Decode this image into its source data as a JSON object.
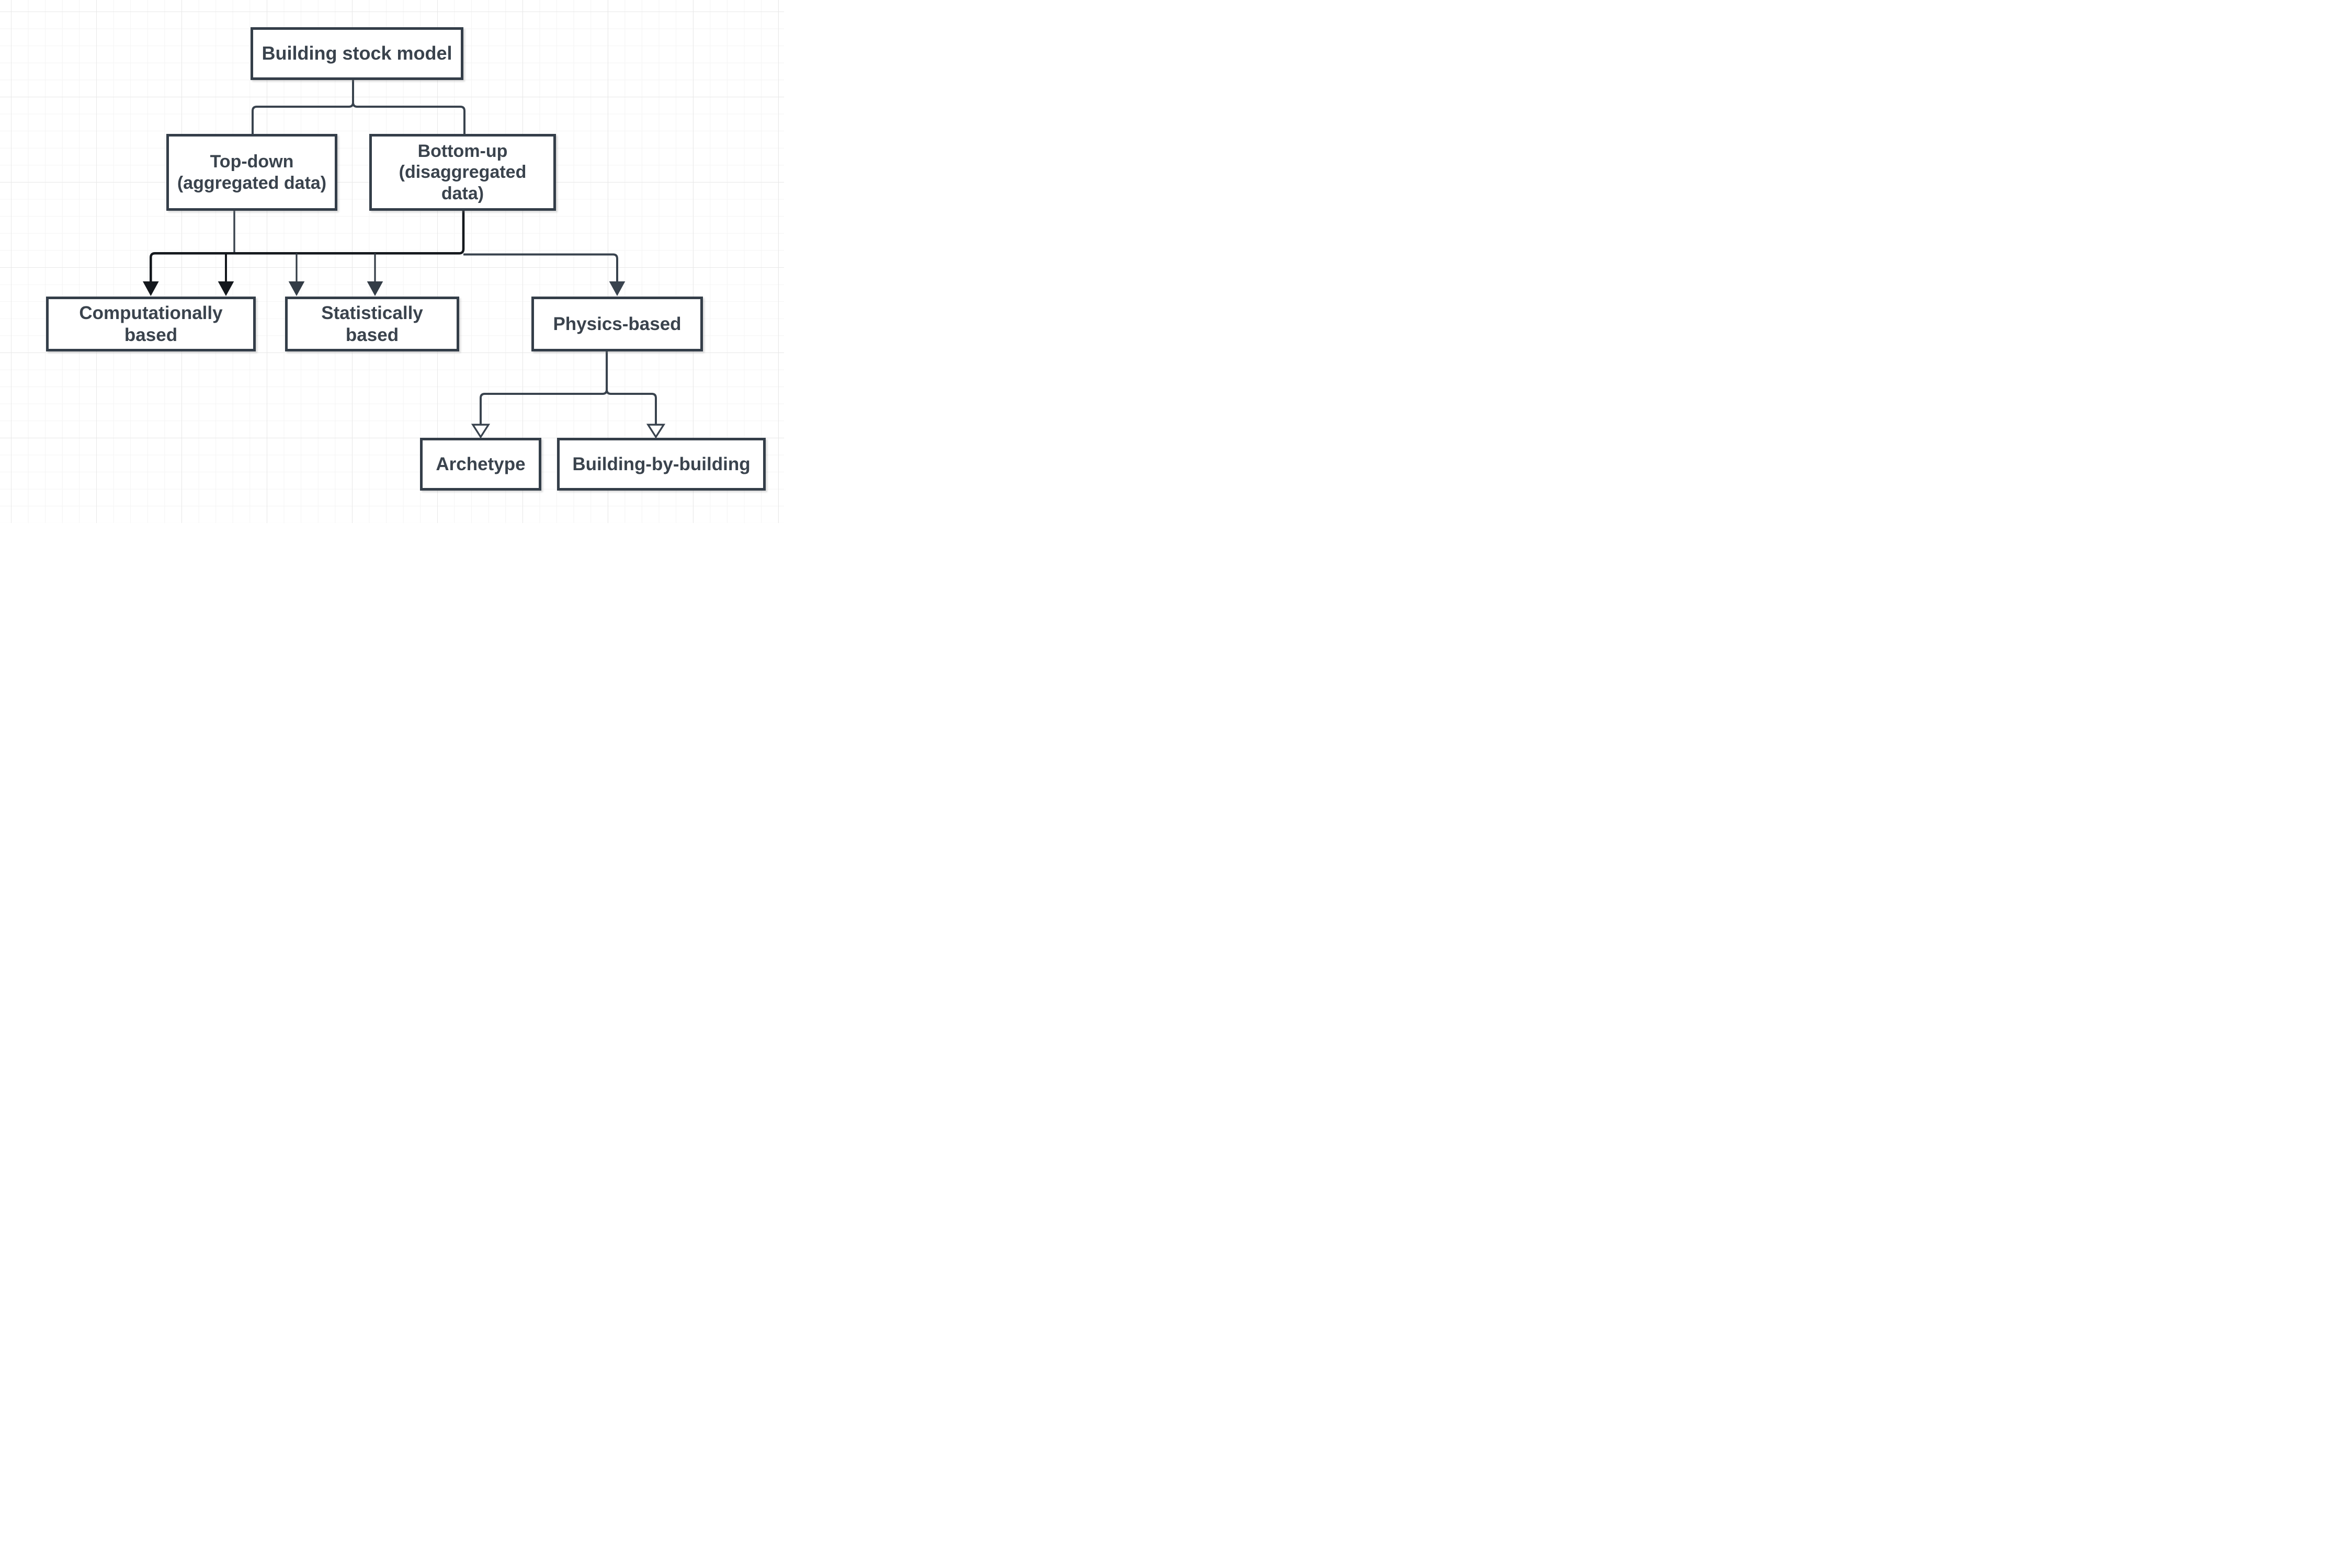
{
  "diagram": {
    "type": "flowchart",
    "nodes": {
      "root": {
        "label": "Building stock model"
      },
      "top_down": {
        "l1": "Top-down",
        "l2": "(aggregated data)"
      },
      "bottom_up": {
        "l1": "Bottom-up",
        "l2": "(disaggregated",
        "l3": "data)"
      },
      "computational": {
        "l1": "Computationally",
        "l2": "based"
      },
      "statistical": {
        "l1": "Statistically",
        "l2": "based"
      },
      "physics": {
        "label": "Physics-based"
      },
      "archetype": {
        "label": "Archetype"
      },
      "building": {
        "label": "Building-by-building"
      }
    },
    "edges": [
      {
        "from": "root",
        "to": "top_down",
        "arrowhead": "none"
      },
      {
        "from": "root",
        "to": "bottom_up",
        "arrowhead": "none"
      },
      {
        "from": "top_down",
        "to": "computational",
        "arrowhead": "filled"
      },
      {
        "from": "bottom_up",
        "to": "computational",
        "arrowhead": "filled"
      },
      {
        "from": "top_down",
        "to": "statistical",
        "arrowhead": "filled"
      },
      {
        "from": "bottom_up",
        "to": "statistical",
        "arrowhead": "filled"
      },
      {
        "from": "bottom_up",
        "to": "physics",
        "arrowhead": "filled"
      },
      {
        "from": "physics",
        "to": "archetype",
        "arrowhead": "open"
      },
      {
        "from": "physics",
        "to": "building",
        "arrowhead": "open"
      }
    ],
    "colors": {
      "node_border": "#343e49",
      "node_fill": "#ffffff",
      "text": "#3a434d",
      "edge_dark": "#14181d",
      "edge_slate": "#39434e",
      "grid_minor": "#f4f4f4",
      "grid_major": "#e8e8e8",
      "background": "#ffffff"
    }
  }
}
